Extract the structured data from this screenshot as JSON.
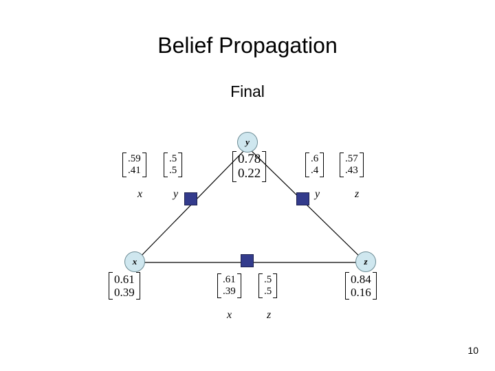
{
  "slide": {
    "title": "Belief Propagation",
    "subtitle": "Final",
    "page_number": "10"
  },
  "colors": {
    "node_fill": "#cfe7ef",
    "node_stroke": "#6a8a93",
    "factor_fill": "#333b8c",
    "edge": "#000000",
    "text": "#000000"
  },
  "graph": {
    "nodes": [
      {
        "id": "y",
        "label": "y"
      },
      {
        "id": "x",
        "label": "x"
      },
      {
        "id": "z",
        "label": "z"
      }
    ],
    "factors": [
      {
        "id": "factor-xy"
      },
      {
        "id": "factor-yz"
      },
      {
        "id": "factor-xz"
      }
    ],
    "edges": [
      {
        "from": "x",
        "to": "y"
      },
      {
        "from": "y",
        "to": "z"
      },
      {
        "from": "x",
        "to": "z"
      }
    ]
  },
  "vectors": {
    "xy_left": {
      "rows": [
        ".59",
        ".41"
      ],
      "sub": "x"
    },
    "xy_right": {
      "rows": [
        ".5",
        ".5"
      ],
      "sub": "y"
    },
    "y_belief": {
      "rows": [
        "0.78",
        "0.22"
      ],
      "sub": ""
    },
    "yz_left": {
      "rows": [
        ".6",
        ".4"
      ],
      "sub": "y"
    },
    "yz_right": {
      "rows": [
        ".57",
        ".43"
      ],
      "sub": "z"
    },
    "x_belief": {
      "rows": [
        "0.61",
        "0.39"
      ],
      "sub": ""
    },
    "xz_left": {
      "rows": [
        ".61",
        ".39"
      ],
      "sub": "x"
    },
    "xz_right": {
      "rows": [
        ".5",
        ".5"
      ],
      "sub": "z"
    },
    "z_belief": {
      "rows": [
        "0.84",
        "0.16"
      ],
      "sub": ""
    }
  }
}
